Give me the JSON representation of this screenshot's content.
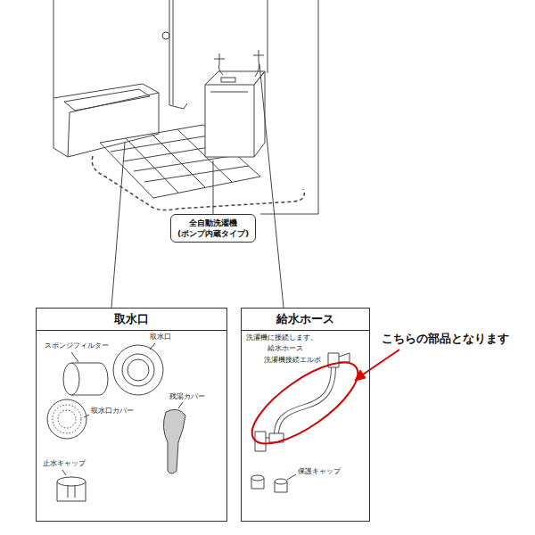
{
  "diagram": {
    "nodes": [
      {
        "text": [
          "全自動洗濯機 (ポンプ内蔵タイプ)"
        ]
      },
      {
        "text": [
          "取水口"
        ]
      },
      {
        "text": [
          "給水ホース",
          "洗濯機に接続します。"
        ]
      }
    ],
    "labels": [
      "スポンジフィルター",
      "取水口",
      "取水口カバー",
      "残湯カバー",
      "止水キャップ",
      "給水ホース",
      "洗濯機接続エルボ",
      "保護キャップ",
      "こちらの部品となります"
    ]
  }
}
